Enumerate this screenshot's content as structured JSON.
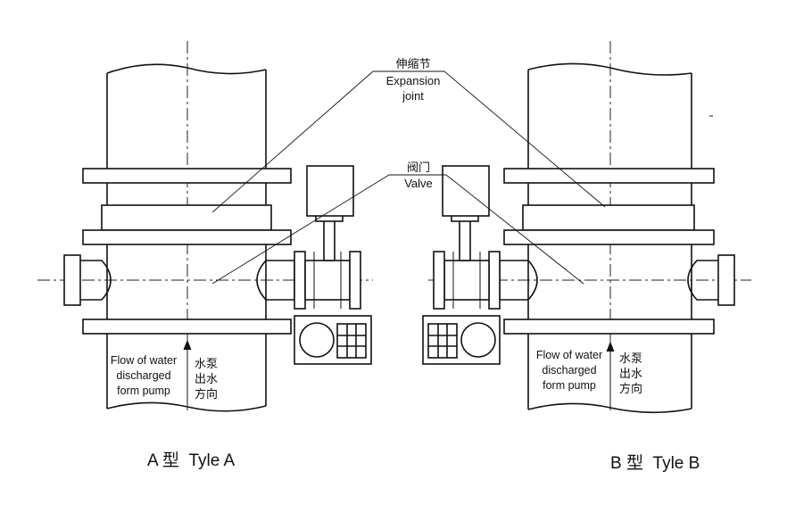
{
  "labels": {
    "expansion_cn": "伸缩节",
    "expansion_en_1": "Expansion",
    "expansion_en_2": "joint",
    "valve_cn": "阀门",
    "valve_en": "Valve",
    "flow_en_1": "Flow of water",
    "flow_en_2": "discharged",
    "flow_en_3": "form pump",
    "flow_cn_1": "水泵",
    "flow_cn_2": "出水",
    "flow_cn_3": "方向"
  },
  "captions": {
    "type_a": "A 型  Tyle A",
    "type_b": "B 型  Tyle B"
  },
  "colors": {
    "line": "#111111",
    "background": "#ffffff"
  }
}
